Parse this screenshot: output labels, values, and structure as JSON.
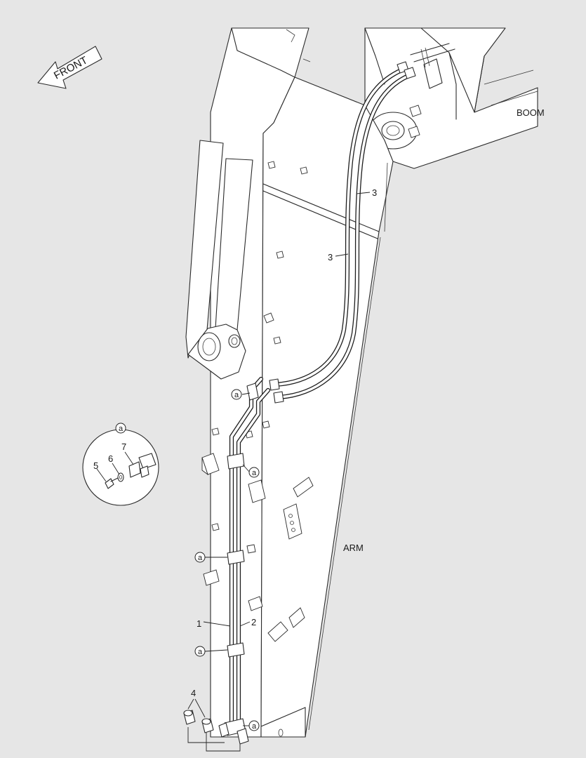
{
  "labels": {
    "front": "FRONT",
    "boom": "BOOM",
    "arm": "ARM"
  },
  "callouts": {
    "p1": "1",
    "p2": "2",
    "p3a": "3",
    "p3b": "3",
    "p4": "4",
    "p5": "5",
    "p6": "6",
    "p7": "7"
  },
  "detail_marker": "a",
  "detail_markers_count": 6
}
